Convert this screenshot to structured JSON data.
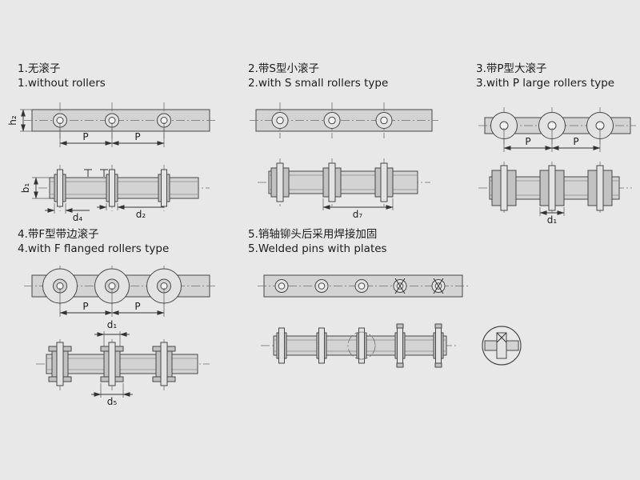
{
  "meta": {
    "background_color": "#e8e8e8",
    "line_color": "#474747",
    "drawing_type": "conveyor-chain-roller-types-technical-diagram"
  },
  "sections": {
    "s1": {
      "title_zh": "1.无滚子",
      "title_en": "1.without rollers",
      "dims": {
        "h2": "h₂",
        "p1": "P",
        "p2": "P",
        "b1": "b₁",
        "d4": "d₄",
        "d2": "d₂"
      }
    },
    "s2": {
      "title_zh": "2.带S型小滚子",
      "title_en": "2.with S small rollers type",
      "dims": {
        "d7": "d₇"
      }
    },
    "s3": {
      "title_zh": "3.带P型大滚子",
      "title_en": "3.with P large rollers type",
      "dims": {
        "p1": "P",
        "p2": "P",
        "d1": "d₁"
      }
    },
    "s4": {
      "title_zh": "4.带F型带边滚子",
      "title_en": "4.with F flanged rollers type",
      "dims": {
        "p1": "P",
        "p2": "P",
        "d1": "d₁",
        "d5": "d₅"
      }
    },
    "s5": {
      "title_zh": "5.销轴铆头后采用焊接加固",
      "title_en": "5.Welded pins with plates",
      "dims": {}
    }
  }
}
